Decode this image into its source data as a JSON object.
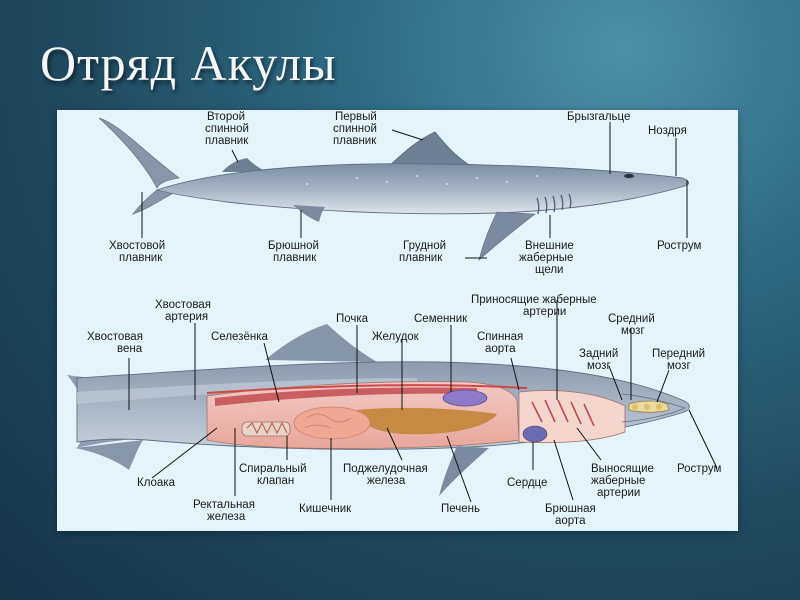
{
  "title": "Отряд Акулы",
  "labels": {
    "vtoroy_spinnoy": [
      "Второй",
      "спинной",
      "плавник"
    ],
    "perviy_spinnoy": [
      "Первый",
      "спинной",
      "плавник"
    ],
    "bryzgaltse": [
      "Брызгальце"
    ],
    "nozdrya": [
      "Ноздря"
    ],
    "hvostovoy_plavnik": [
      "Хвостовой",
      "плавник"
    ],
    "bryushnoy_plavnik": [
      "Брюшной",
      "плавник"
    ],
    "grudnoy_plavnik": [
      "Грудной",
      "плавник"
    ],
    "vneshnie_shcheli": [
      "Внешние",
      "жаберные",
      "щели"
    ],
    "rostrum_top": [
      "Рострум"
    ],
    "hvostovaya_arteriya": [
      "Хвостовая",
      "артерия"
    ],
    "hvostovaya_vena": [
      "Хвостовая",
      "вена"
    ],
    "selezenka": [
      "Селезёнка"
    ],
    "pochka": [
      "Почка"
    ],
    "zheludok": [
      "Желудок"
    ],
    "semennik": [
      "Семенник"
    ],
    "prinosyashchie": [
      "Приносящие жаберные",
      "артерии"
    ],
    "spinnaya_aorta": [
      "Спинная",
      "аорта"
    ],
    "sredniy_mozg": [
      "Средний",
      "мозг"
    ],
    "zadniy_mozg": [
      "Задний",
      "мозг"
    ],
    "peredniy_mozg": [
      "Передний",
      "мозг"
    ],
    "kloaka": [
      "Клоака"
    ],
    "spiralny_klapan": [
      "Спиральный",
      "клапан"
    ],
    "podzheludochnaya": [
      "Поджелудочная",
      "железа"
    ],
    "serdtse": [
      "Сердце"
    ],
    "vynosyashchie": [
      "Выносящие",
      "жаберные",
      "артерии"
    ],
    "rostrum_bottom": [
      "Рострум"
    ],
    "rektalnaya": [
      "Ректальная",
      "железа"
    ],
    "kishechnik": [
      "Кишечник"
    ],
    "pechen": [
      "Печень"
    ],
    "bryushnaya_aorta": [
      "Брюшная",
      "аорта"
    ]
  }
}
